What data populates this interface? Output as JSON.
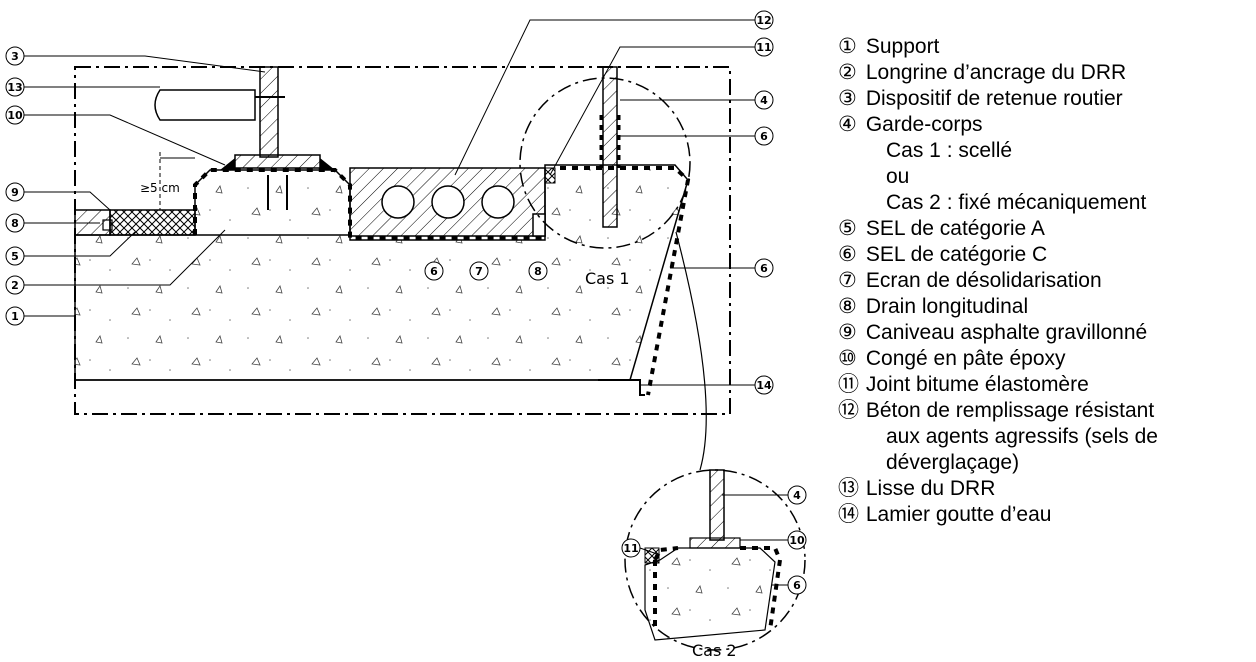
{
  "diagram": {
    "callouts": [
      "1",
      "2",
      "3",
      "4",
      "5",
      "6",
      "7",
      "8",
      "9",
      "10",
      "11",
      "12",
      "13",
      "14"
    ],
    "dimension_label": "≥5 cm",
    "case1_label": "Cas 1",
    "case2_label": "Cas 2"
  },
  "legend": [
    {
      "mark": "①",
      "text": "Support"
    },
    {
      "mark": "②",
      "text": "Longrine d’ancrage du DRR"
    },
    {
      "mark": "③",
      "text": "Dispositif de retenue routier"
    },
    {
      "mark": "④",
      "text": "Garde-corps",
      "sub": [
        "Cas 1 : scellé",
        "ou",
        "Cas 2 : fixé mécaniquement"
      ]
    },
    {
      "mark": "⑤",
      "text": "SEL de catégorie A"
    },
    {
      "mark": "⑥",
      "text": "SEL de catégorie C"
    },
    {
      "mark": "⑦",
      "text": "Ecran de désolidarisation"
    },
    {
      "mark": "⑧",
      "text": "Drain longitudinal"
    },
    {
      "mark": "⑨",
      "text": "Caniveau asphalte gravillonné"
    },
    {
      "mark": "⑩",
      "text": "Congé en pâte époxy"
    },
    {
      "mark": "⑪",
      "text": "Joint bitume élastomère"
    },
    {
      "mark": "⑫",
      "text": "Béton de remplissage résistant",
      "sub": [
        "aux agents agressifs (sels de",
        "déverglaçage)"
      ]
    },
    {
      "mark": "⑬",
      "text": "Lisse du DRR"
    },
    {
      "mark": "⑭",
      "text": "Lamier goutte d’eau"
    }
  ]
}
